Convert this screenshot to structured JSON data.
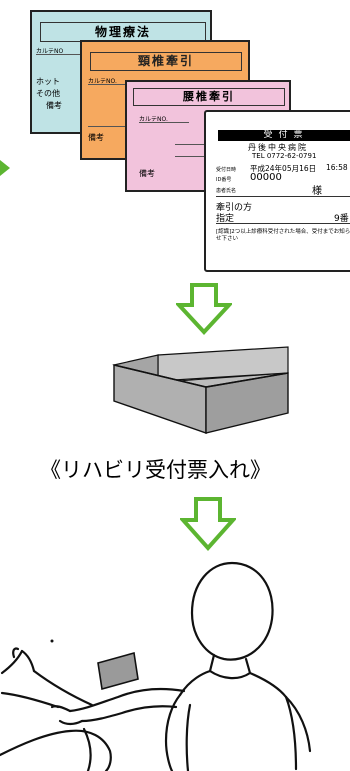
{
  "cards": {
    "physio": {
      "title": "物理療法",
      "karte": "カルテNO",
      "hot": "ホット",
      "other": "その他",
      "remarks": "備考"
    },
    "cervical": {
      "title": "頸椎牽引",
      "karte": "カルテNO.",
      "remarks": "備考"
    },
    "lumbar": {
      "title": "腰椎牽引",
      "karte": "カルテNO.",
      "remarks": "備考"
    }
  },
  "ticket": {
    "title": "受付票",
    "hospital": "丹後中央病院",
    "tel": "TEL 0772-62-0791",
    "date_label": "受付日時",
    "date_value": "平成24年05月16日",
    "time_value": "16:58",
    "id_label": "ID番号",
    "id_value": "00000",
    "name_label": "患者氏名",
    "honorific": "様",
    "section": "牽引の方",
    "designation_label": "指定",
    "number": "9番",
    "notice": "[認識]2つ以上診療科受付された場合、受付までお知らせ下さい"
  },
  "caption": "《リハビリ受付票入れ》",
  "colors": {
    "arrow_green": "#5cb531",
    "card_blue": "#bfe3e5",
    "card_orange": "#f6a95f",
    "card_pink": "#f2c3dc",
    "box_gray": "#b0b0b0"
  }
}
